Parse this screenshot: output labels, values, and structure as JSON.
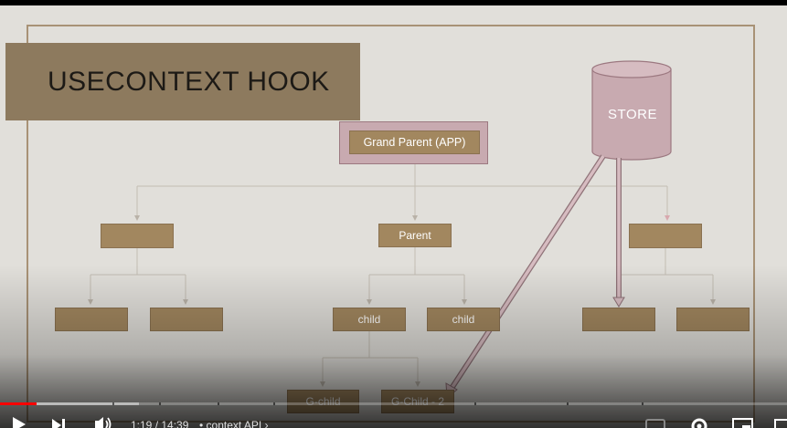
{
  "slide": {
    "title": "USECONTEXT HOOK",
    "grand_parent": "Grand Parent (APP)",
    "store": "STORE",
    "parent": "Parent",
    "child_1": "child",
    "child_2": "child",
    "gchild_1": "G-child",
    "gchild_2": "G-Child - 2"
  },
  "colors": {
    "slide_bg": "#e1dfda",
    "title_band": "#8d7a5e",
    "node": "#a2875f",
    "store": "#c8aab0",
    "progress": "#ff0000"
  },
  "player": {
    "time": "1:19 / 14:39",
    "chapter": "• context API",
    "progress_fraction": 0.046,
    "buffered_fraction": 0.176,
    "icons": [
      "play-icon",
      "next-icon",
      "volume-icon",
      "chapter-chevron-icon",
      "subtitles-icon",
      "settings-icon",
      "miniplayer-icon",
      "theater-icon"
    ]
  }
}
